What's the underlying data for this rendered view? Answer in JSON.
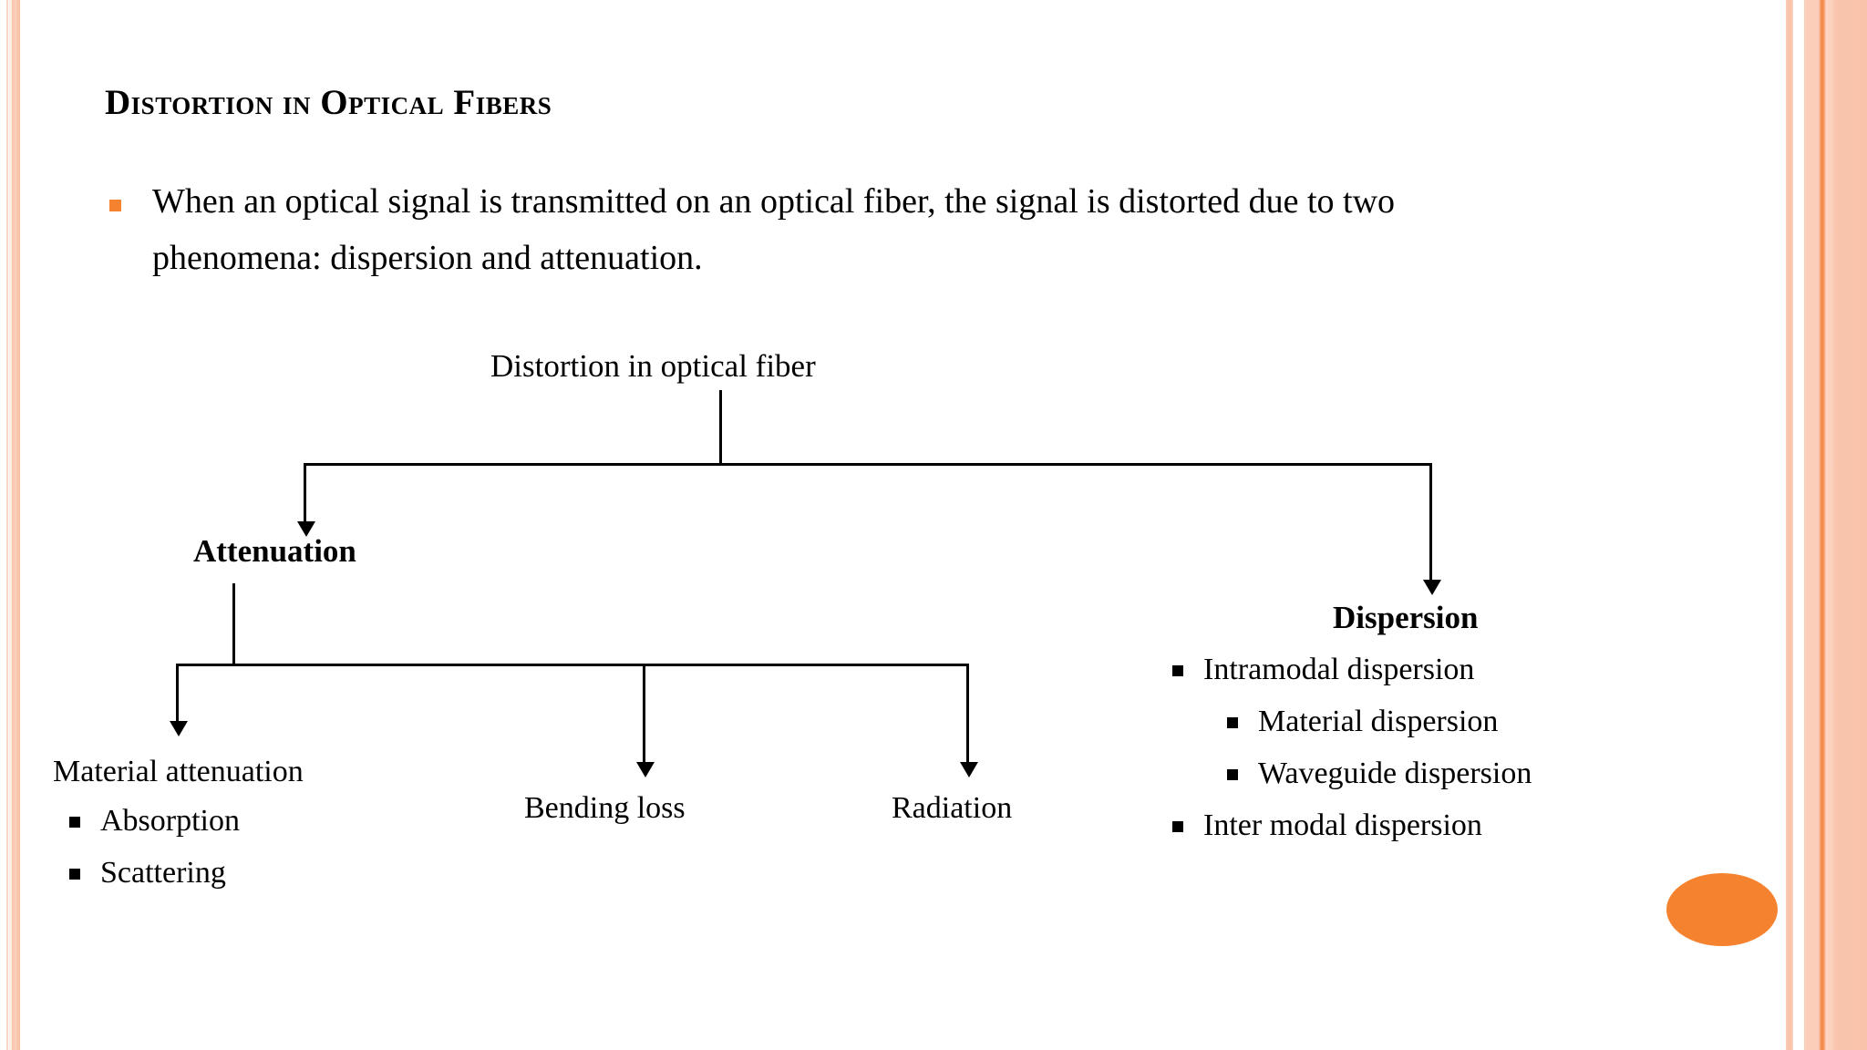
{
  "slide": {
    "title": "Distortion in Optical Fibers",
    "accent_orange": "#f5822e",
    "edge_peach": "#f9c4ab",
    "background": "#ffffff"
  },
  "body": {
    "bullets": [
      "When an optical signal is transmitted on an optical fiber, the signal is distorted due to two phenomena: dispersion and attenuation."
    ]
  },
  "diagram": {
    "root": "Distortion in optical fiber",
    "branch_attenuation": {
      "label": "Attenuation",
      "children": [
        {
          "label": "Material attenuation",
          "items": [
            "Absorption",
            "Scattering"
          ]
        },
        {
          "label": "Bending loss",
          "items": []
        },
        {
          "label": "Radiation",
          "items": []
        }
      ]
    },
    "branch_dispersion": {
      "label": "Dispersion",
      "items": [
        {
          "label": "Intramodal dispersion",
          "level": 1
        },
        {
          "label": "Material dispersion",
          "level": 2
        },
        {
          "label": "Waveguide dispersion",
          "level": 2
        },
        {
          "label": "Inter modal dispersion",
          "level": 1
        }
      ]
    }
  },
  "decor": {
    "ellipse_name": "orange-ellipse"
  }
}
